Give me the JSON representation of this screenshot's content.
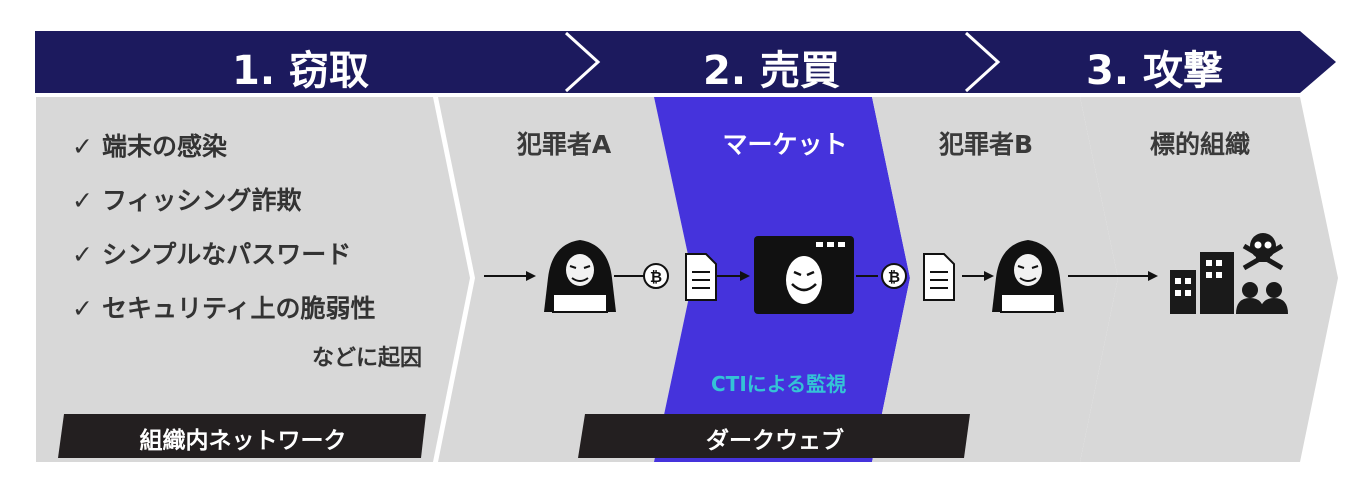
{
  "stages": [
    {
      "label": "1. 窃取"
    },
    {
      "label": "2. 売買"
    },
    {
      "label": "3. 攻撃"
    }
  ],
  "columns": {
    "criminal_a": "犯罪者A",
    "market": "マーケット",
    "criminal_b": "犯罪者B",
    "target": "標的組織"
  },
  "causes": {
    "check_mark": "✓",
    "items": [
      "端末の感染",
      "フィッシング詐欺",
      "シンプルなパスワード",
      "セキュリティ上の脆弱性"
    ],
    "footer": "などに起因"
  },
  "monitor_label": "CTIによる監視",
  "bars": {
    "internal": "組織内ネットワーク",
    "darkweb": "ダークウェブ"
  },
  "icons": [
    "hacker-icon",
    "bitcoin-icon",
    "document-icon",
    "marketplace-icon",
    "skull-icon",
    "building-icon",
    "people-icon",
    "arrow-icon"
  ],
  "colors": {
    "navy": "#1c1a5e",
    "market_blue": "#4533dc",
    "panel_gray": "#d8d8d8",
    "label_dark": "#231f20",
    "cti_cyan": "#34c3d6"
  }
}
